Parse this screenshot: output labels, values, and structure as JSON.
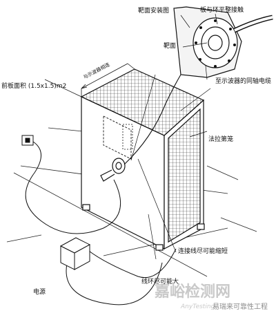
{
  "labels": {
    "target_install_diagram": "靶面安装图",
    "plate_ring_contact": "板与环平整接触",
    "target_surface": "靶面",
    "coax_cable": "至示波器的同轴电缆",
    "front_area": "前板面积 (1.5x1.5)m2",
    "parallel_to_scope": "与示波器相连",
    "faraday_cage": "法拉第笼",
    "connection_short": "连接线尽可能缩短",
    "loop_large": "线环尽可能大",
    "power_supply": "电源"
  },
  "watermark": {
    "brand": "嘉峪检测网",
    "brand_en": "AnyTesting",
    "account": "易瑞来可靠性工程"
  }
}
